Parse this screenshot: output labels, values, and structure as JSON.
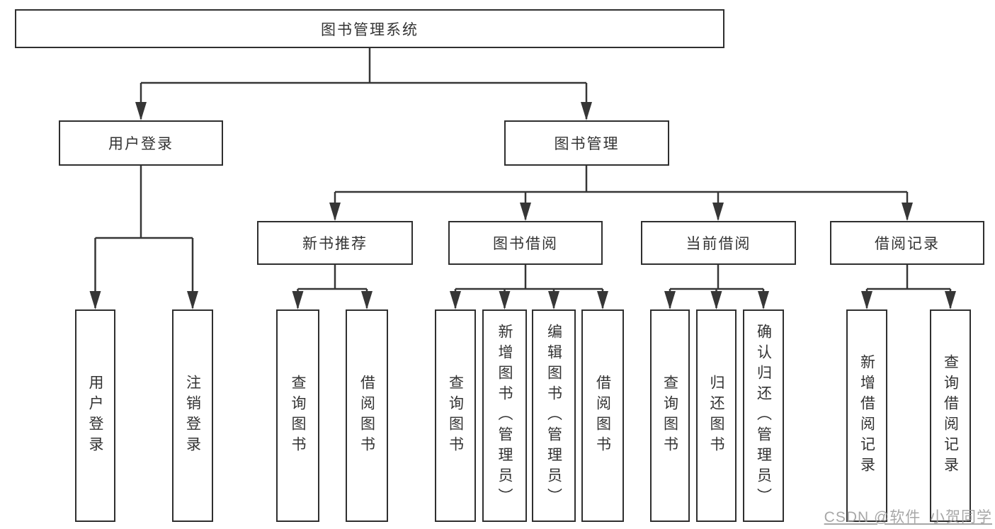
{
  "colors": {
    "background": "#ffffff",
    "box_border": "#2f2f2f",
    "line": "#363636",
    "text": "#333333",
    "watermark": "#9b9b9b"
  },
  "diagram": {
    "type": "hierarchy-tree",
    "root_label": "图书管理系统",
    "level2": [
      {
        "label": "用户登录"
      },
      {
        "label": "图书管理"
      }
    ],
    "level3": [
      {
        "label": "新书推荐"
      },
      {
        "label": "图书借阅"
      },
      {
        "label": "当前借阅"
      },
      {
        "label": "借阅记录"
      }
    ],
    "leaf_groups": [
      {
        "parent": "用户登录",
        "items": [
          "用户登录",
          "注销登录"
        ]
      },
      {
        "parent": "新书推荐",
        "items": [
          "查询图书",
          "借阅图书"
        ]
      },
      {
        "parent": "图书借阅",
        "items": [
          "查询图书",
          "新增图书（管理员）",
          "编辑图书（管理员）",
          "借阅图书"
        ]
      },
      {
        "parent": "当前借阅",
        "items": [
          "查询图书",
          "归还图书",
          "确认归还（管理员）"
        ]
      },
      {
        "parent": "借阅记录",
        "items": [
          "新增借阅记录",
          "查询借阅记录"
        ]
      }
    ]
  },
  "watermark": {
    "text": "CSDN @软件_小贺同学"
  }
}
